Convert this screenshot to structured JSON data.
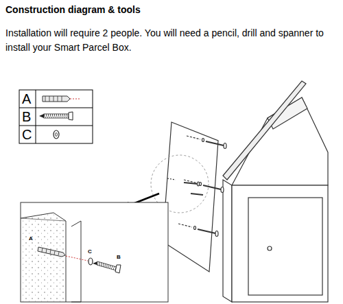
{
  "diagram": {
    "title": "Construction diagram & tools",
    "labels": [
      "Installation will require 2 people. You will need a pencil, drill and spanner to install your Smart Parcel Box.",
      "A",
      "B",
      "C",
      "A",
      "C",
      "B"
    ]
  }
}
